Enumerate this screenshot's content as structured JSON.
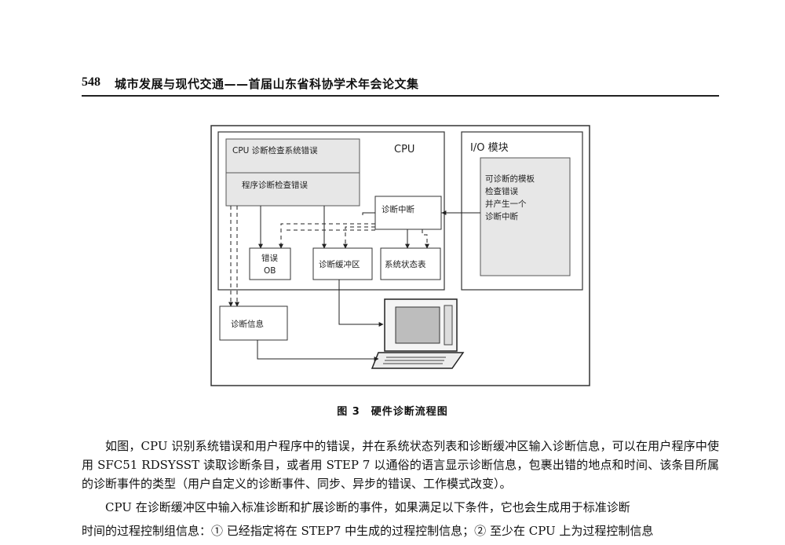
{
  "header": {
    "page_number": "548",
    "book_title": "城市发展与现代交通——首届山东省科协学术年会论文集"
  },
  "figure": {
    "cpu_error_label": "CPU 诊断检查系统错误",
    "program_error_label": "程序诊断检查错误",
    "cpu_title": "CPU",
    "io_title": "I/O 模块",
    "io_text_lines": [
      "可诊断的模板",
      "检查错误",
      "并产生一个",
      "诊断中断"
    ],
    "diag_interrupt": "诊断中断",
    "error_ob_lines": [
      "错误",
      "OB"
    ],
    "diag_buffer": "诊断缓冲区",
    "system_status": "系统状态表",
    "diag_info": "诊断信息",
    "caption": "图 3　硬件诊断流程图"
  },
  "body": {
    "para1": "如图，CPU 识别系统错误和用户程序中的错误，并在系统状态列表和诊断缓冲区输入诊断信息，可以在用户程序中使用 SFC51 RDSYSST 读取诊断条目，或者用 STEP 7 以通俗的语言显示诊断信息，包裹出错的地点和时间、该条目所属的诊断事件的类型（用户自定义的诊断事件、同步、异步的错误、工作模式改变）。",
    "para2": "CPU 在诊断缓冲区中输入标准诊断和扩展诊断的事件，如果满足以下条件，它也会生成用于标准诊断",
    "para3": "时间的过程控制组信息：① 已经指定将在 STEP7 中生成的过程控制信息；② 至少在 CPU 上为过程控制信息"
  }
}
